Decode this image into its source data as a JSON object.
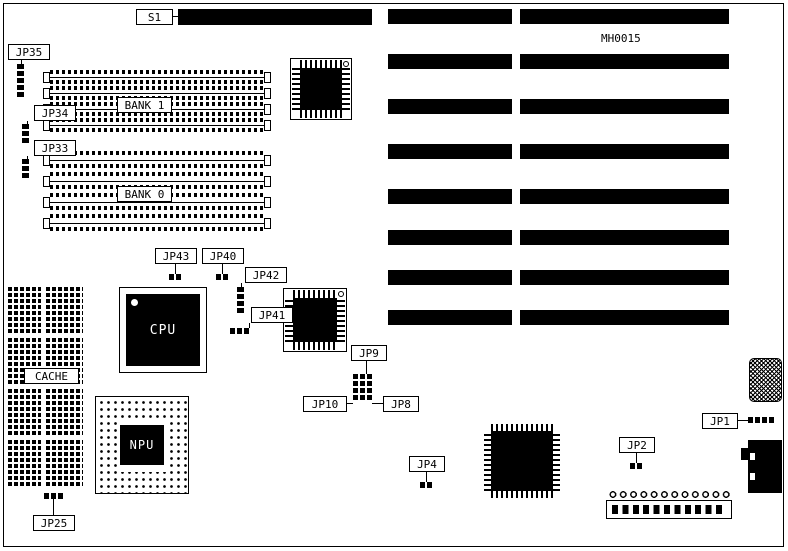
{
  "board": {
    "part_number": "MH0015",
    "labels": {
      "s1": "S1",
      "jp35": "JP35",
      "jp34": "JP34",
      "jp33": "JP33",
      "bank1": "BANK 1",
      "bank0": "BANK 0",
      "jp43": "JP43",
      "jp40": "JP40",
      "jp42": "JP42",
      "jp41": "JP41",
      "cpu": "CPU",
      "jp9": "JP9",
      "jp10": "JP10",
      "jp8": "JP8",
      "cache": "CACHE",
      "npu": "NPU",
      "jp25": "JP25",
      "jp4": "JP4",
      "jp2": "JP2",
      "jp1": "JP1"
    }
  }
}
